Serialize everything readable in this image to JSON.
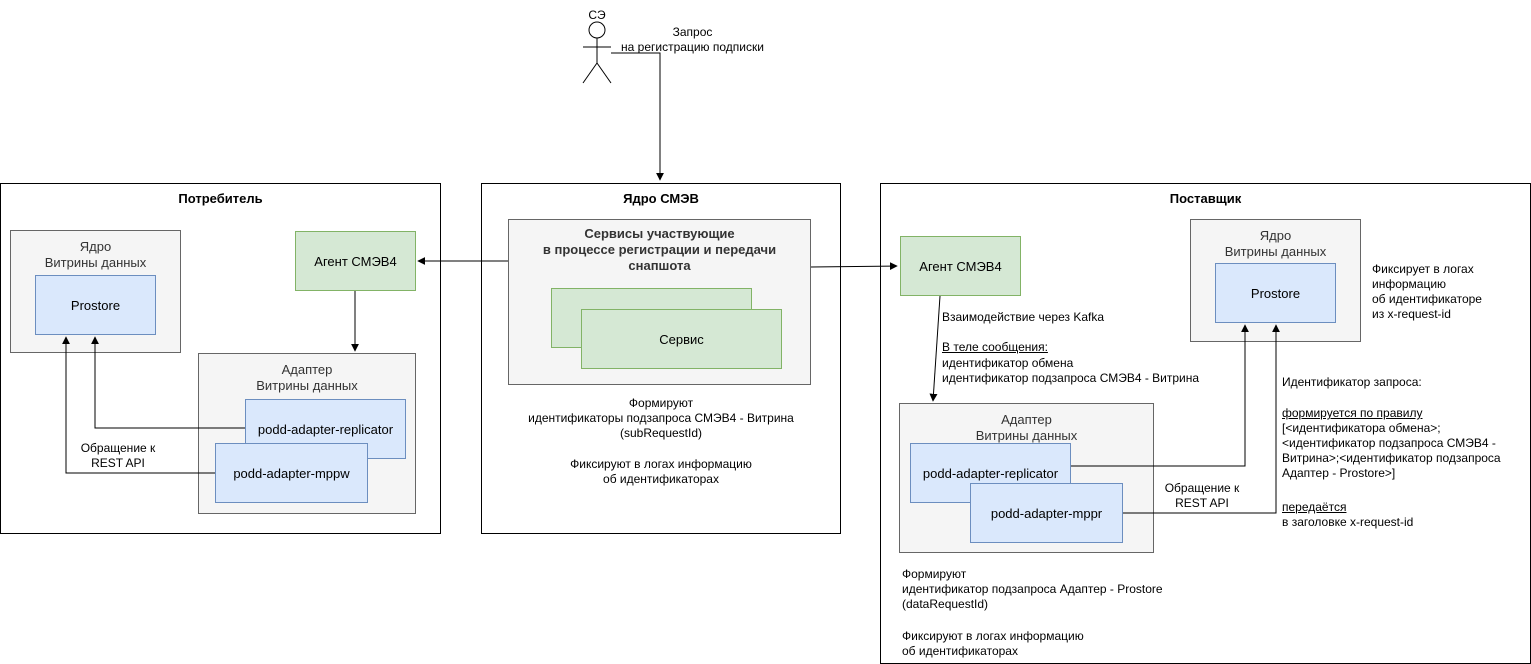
{
  "actor": {
    "name": "СЭ",
    "request_label": "Запрос\nна регистрацию подписки"
  },
  "consumer": {
    "title": "Потребитель",
    "core": {
      "title": "Ядро\nВитрины данных",
      "prostore": "Prostore"
    },
    "agent": "Агент СМЭВ4",
    "adapter": {
      "title": "Адаптер\nВитрины данных",
      "replicator": "podd-adapter-replicator",
      "mppw": "podd-adapter-mppw"
    },
    "rest_label": "Обращение к\nREST API"
  },
  "smev_core": {
    "title": "Ядро СМЭВ",
    "services_title": "Сервисы участвующие\nв процессе регистрации и передачи\nснапшота",
    "service_label": "Сервис",
    "note1": "Формируют\nидентификаторы подзапроса СМЭВ4 - Витрина\n(subRequestId)",
    "note2": "Фиксируют в логах информацию\nоб идентификаторах"
  },
  "provider": {
    "title": "Поставщик",
    "agent": "Агент СМЭВ4",
    "kafka_label": "Взаимодействие через Kafka",
    "body_heading": "В теле сообщения:",
    "body_items": "идентификатор обмена\nидентификатор подзапроса СМЭВ4 - Витрина",
    "core": {
      "title": "Ядро\nВитрины данных",
      "prostore": "Prostore"
    },
    "core_note": "Фиксирует в логах\nинформацию\nоб идентификаторе\nиз x-request-id",
    "adapter": {
      "title": "Адаптер\nВитрины данных",
      "replicator": "podd-adapter-replicator",
      "mppr": "podd-adapter-mppr"
    },
    "rest_label": "Обращение к\nREST API",
    "request_id_title": "Идентификатор запроса:",
    "rule_heading": "формируется по правилу",
    "rule_text": "[<идентификатора обмена>;\n<идентификатор подзапроса СМЭВ4 -\nВитрина>;<идентификатор подзапроса\nАдаптер - Prostore>]",
    "passed_heading": "передаётся ",
    "passed_text": "в заголовке x-request-id",
    "note1": "Формируют\nидентификатор подзапроса Адаптер - Prostore\n(dataRequestId)",
    "note2": "Фиксируют в логах информацию\nоб идентификаторах"
  },
  "colors": {
    "blue_fill": "#dae8fc",
    "blue_stroke": "#6c8ebf",
    "green_fill": "#d5e8d4",
    "green_stroke": "#82b366",
    "gray_fill": "#f5f5f5",
    "gray_stroke": "#666666"
  }
}
